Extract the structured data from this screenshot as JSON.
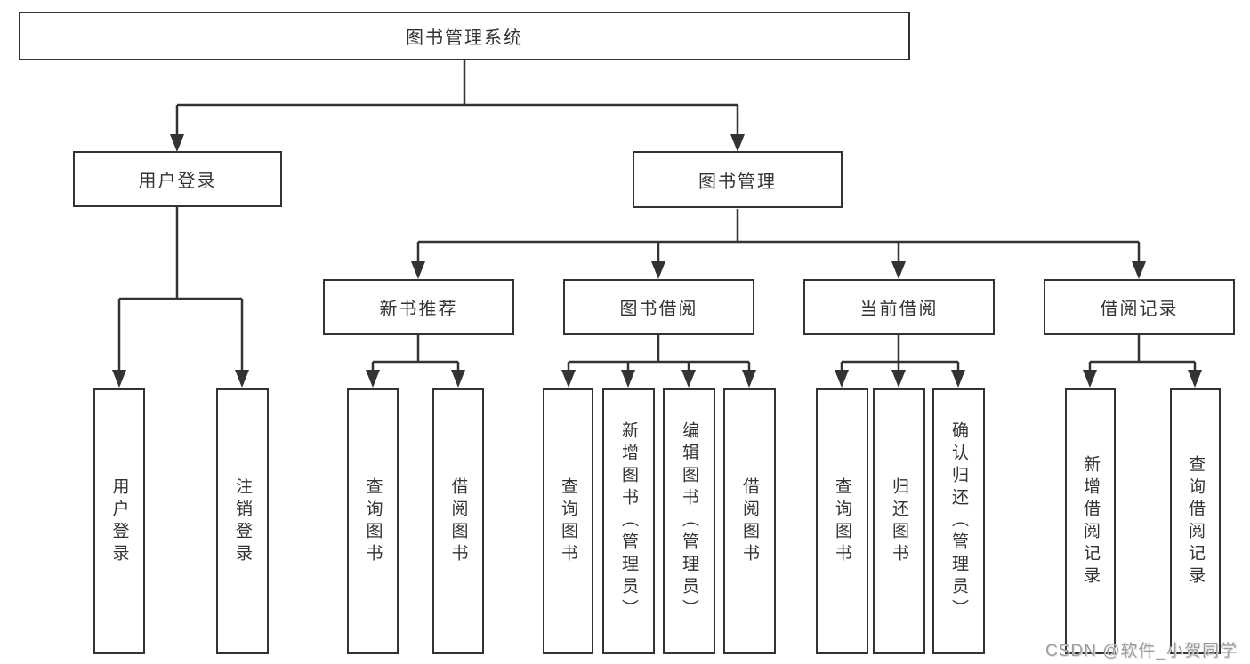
{
  "root": {
    "label": "图书管理系统"
  },
  "level2": [
    {
      "label": "用户登录",
      "parent": "图书管理系统"
    },
    {
      "label": "图书管理",
      "parent": "图书管理系统"
    }
  ],
  "level3": [
    {
      "label": "新书推荐",
      "parent": "图书管理"
    },
    {
      "label": "图书借阅",
      "parent": "图书管理"
    },
    {
      "label": "当前借阅",
      "parent": "图书管理"
    },
    {
      "label": "借阅记录",
      "parent": "图书管理"
    }
  ],
  "leaves": [
    {
      "label": "用户登录",
      "parent": "用户登录"
    },
    {
      "label": "注销登录",
      "parent": "用户登录"
    },
    {
      "label": "查询图书",
      "parent": "新书推荐"
    },
    {
      "label": "借阅图书",
      "parent": "新书推荐"
    },
    {
      "label": "查询图书",
      "parent": "图书借阅"
    },
    {
      "label": "新增图书（管理员）",
      "parent": "图书借阅"
    },
    {
      "label": "编辑图书（管理员）",
      "parent": "图书借阅"
    },
    {
      "label": "借阅图书",
      "parent": "图书借阅"
    },
    {
      "label": "查询图书",
      "parent": "当前借阅"
    },
    {
      "label": "归还图书",
      "parent": "当前借阅"
    },
    {
      "label": "确认归还（管理员）",
      "parent": "当前借阅"
    },
    {
      "label": "新增借阅记录",
      "parent": "借阅记录"
    },
    {
      "label": "查询借阅记录",
      "parent": "借阅记录"
    }
  ],
  "watermark": {
    "text": "CSDN @软件_小贺同学"
  },
  "colors": {
    "line": "#333333",
    "text": "#333333",
    "box_background": "#ffffff",
    "page_background": "#ffffff",
    "watermark": "#9e9e9e"
  }
}
